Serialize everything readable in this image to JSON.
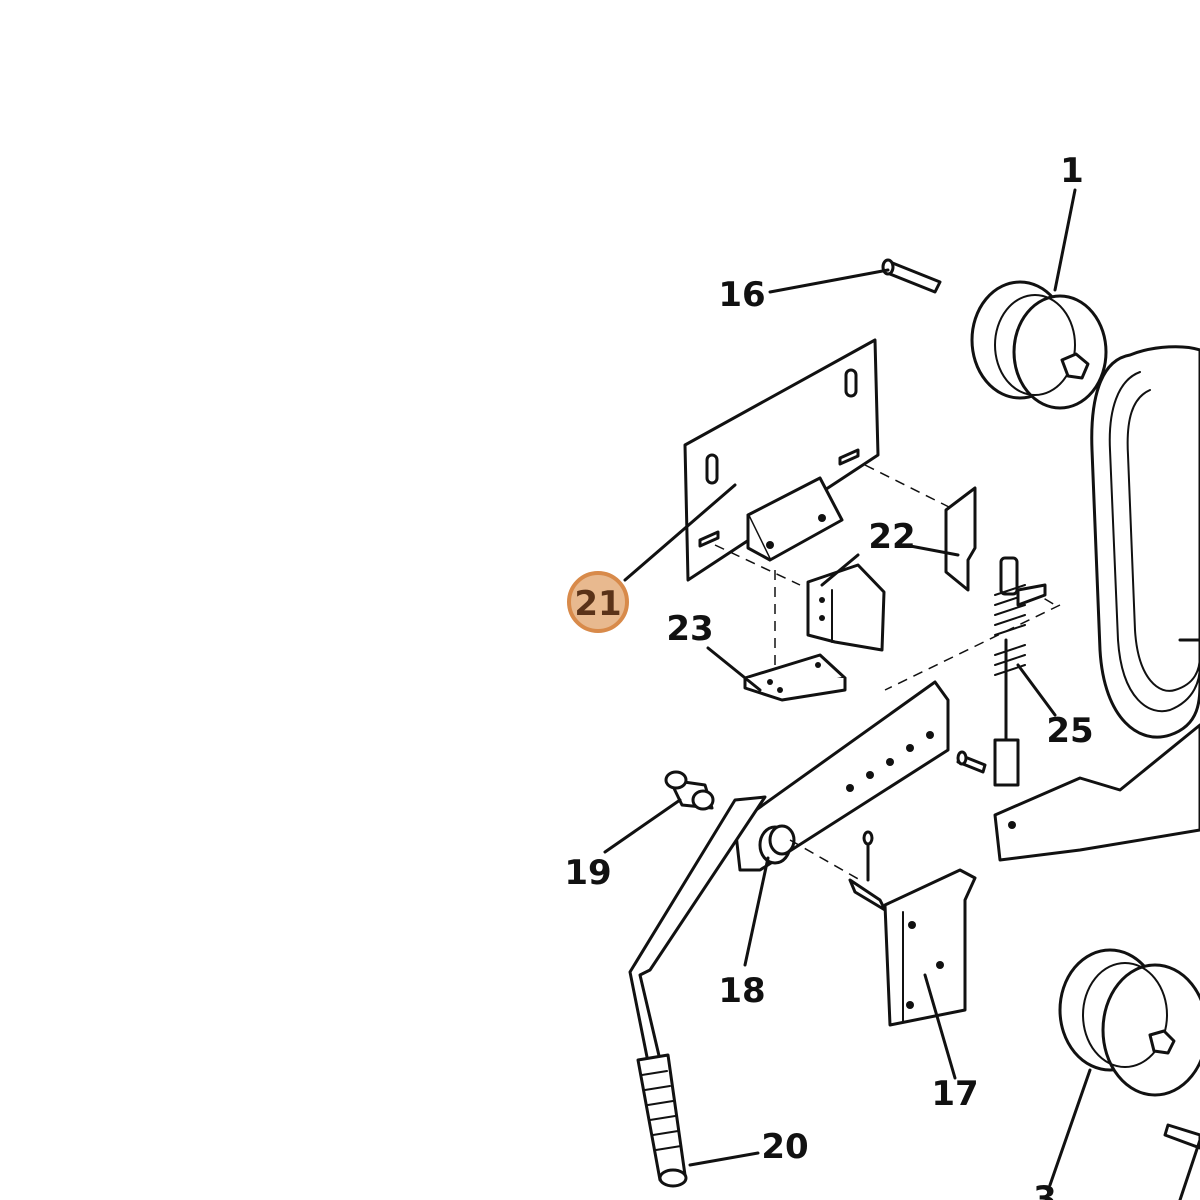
{
  "diagram": {
    "callouts": [
      {
        "id": "1",
        "label": "1"
      },
      {
        "id": "16",
        "label": "16"
      },
      {
        "id": "21",
        "label": "21",
        "highlighted": true
      },
      {
        "id": "22",
        "label": "22"
      },
      {
        "id": "23",
        "label": "23"
      },
      {
        "id": "25",
        "label": "25"
      },
      {
        "id": "19",
        "label": "19"
      },
      {
        "id": "18",
        "label": "18"
      },
      {
        "id": "17",
        "label": "17"
      },
      {
        "id": "20",
        "label": "20"
      },
      {
        "id": "3",
        "label": "3"
      }
    ],
    "highlight_color": "#e8b98f",
    "highlight_stroke": "#d88a4a",
    "ink_color": "#111111"
  }
}
